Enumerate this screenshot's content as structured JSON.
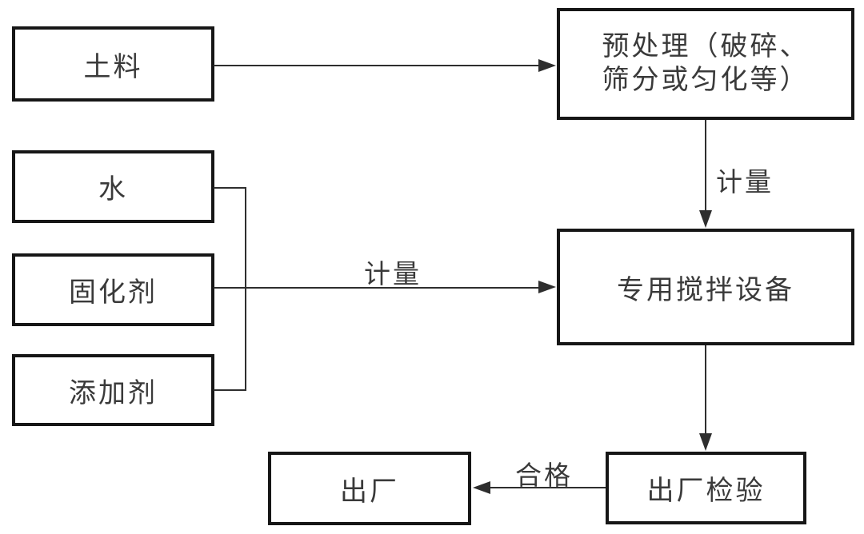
{
  "diagram": {
    "title": "solidified-soil-production-flowchart",
    "colors": {
      "background": "#ffffff",
      "box_border": "#161616",
      "line": "#2e2e2e",
      "text": "#3a3a3a"
    },
    "boxes": {
      "soil": {
        "label": "土料"
      },
      "water": {
        "label": "水"
      },
      "curing_agent": {
        "label": "固化剂"
      },
      "additive": {
        "label": "添加剂"
      },
      "pretreatment": {
        "label_line1": "预处理（破碎、",
        "label_line2": "筛分或匀化等）"
      },
      "mixer": {
        "label": "专用搅拌设备"
      },
      "inspection": {
        "label": "出厂检验"
      },
      "shipment": {
        "label": "出厂"
      }
    },
    "edge_labels": {
      "metering_top": "计量",
      "metering_left": "计量",
      "qualified": "合格"
    }
  }
}
